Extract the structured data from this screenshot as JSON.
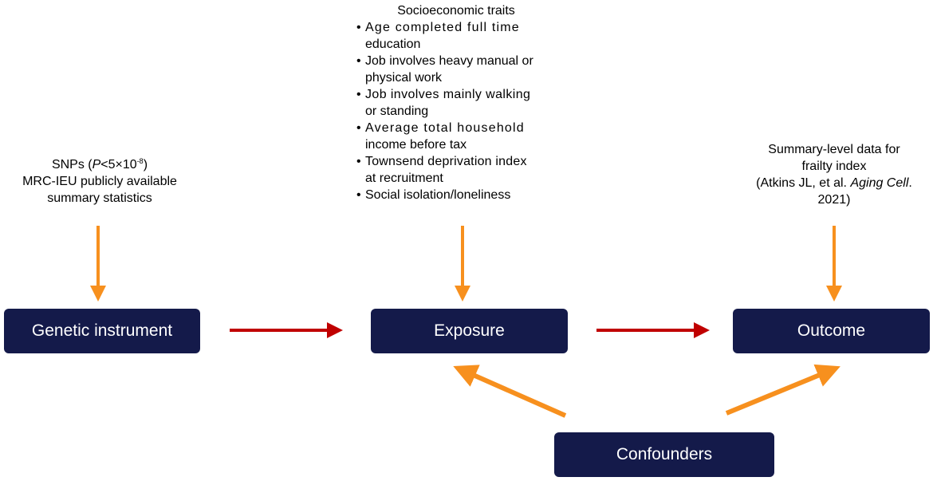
{
  "nodes": {
    "genetic": "Genetic instrument",
    "exposure": "Exposure",
    "outcome": "Outcome",
    "confounders": "Confounders"
  },
  "snps": {
    "prefix": "SNPs (",
    "p": "P",
    "threshold": "<5×10",
    "exponent": "-8",
    "suffix": ")",
    "line2": "MRC-IEU publicly available",
    "line3": "summary statistics"
  },
  "traits": {
    "title": "Socioeconomic traits",
    "items": [
      {
        "first": "Age completed full time",
        "second": "education"
      },
      {
        "first": "Job involves heavy manual or",
        "second": "physical work"
      },
      {
        "first": "Job involves mainly walking",
        "second": "or standing"
      },
      {
        "first": "Average total household",
        "second": "income before tax"
      },
      {
        "first": "Townsend deprivation index",
        "second": "at recruitment"
      },
      {
        "first": "Social isolation/loneliness",
        "second": ""
      }
    ]
  },
  "outcome_source": {
    "line1": "Summary-level data for",
    "line2": "frailty index",
    "line3_prefix": "(Atkins JL, et al. ",
    "journal": "Aging Cell",
    "line3_suffix": ".",
    "line4": "2021)"
  },
  "colors": {
    "node_fill": "#141a4a",
    "arrow_orange": "#f7901e",
    "arrow_red": "#c00000"
  }
}
